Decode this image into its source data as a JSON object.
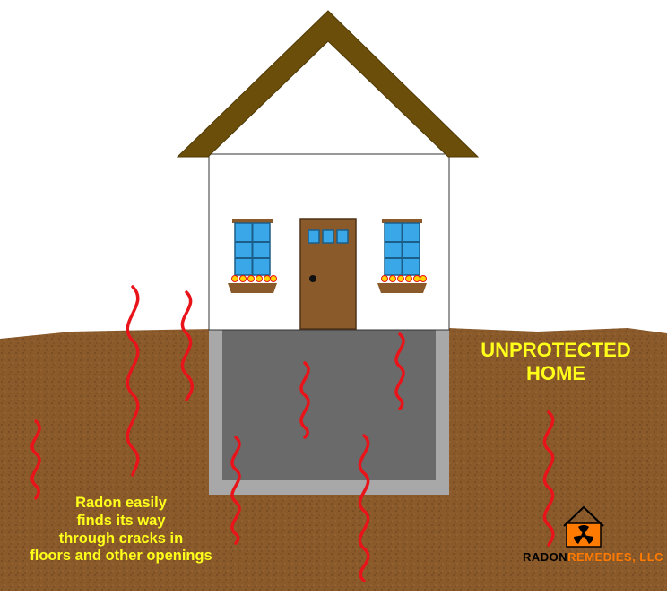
{
  "labels": {
    "unprotected_line1": "UNPROTECTED",
    "unprotected_line2": "HOME",
    "radon_line1": "Radon easily",
    "radon_line2": "finds its way",
    "radon_line3": "through cracks in",
    "radon_line4": "floors and other openings"
  },
  "logo": {
    "word1": "RADON",
    "word2": "REMEDIES, LLC",
    "icon": "radiation-house-icon"
  },
  "colors": {
    "soil": "#8a5a2b",
    "roof": "#6b4e0a",
    "walls": "#ffffff",
    "basement_floor": "#6a6a6a",
    "basement_wall": "#a8a8a8",
    "door": "#8b5a2b",
    "window_glass": "#3aa8e8",
    "radon_lines": "#e8141a",
    "text_yellow": "#ffff1a",
    "logo_orange": "#ff7a00"
  }
}
